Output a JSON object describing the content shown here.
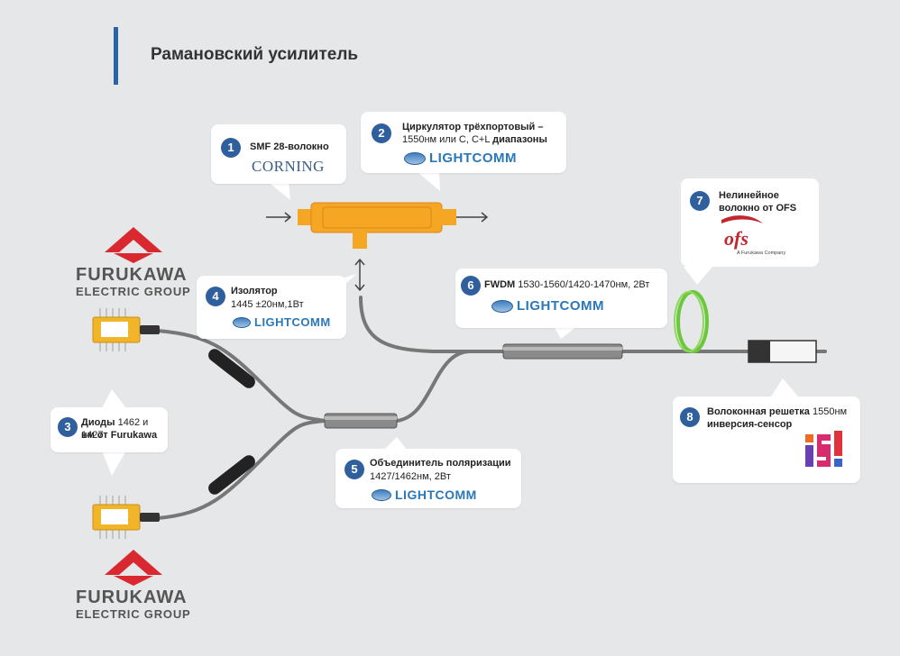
{
  "title": "Рамановский усилитель",
  "colors": {
    "accent": "#2b63a7",
    "number_badge": "#2f5f9d",
    "fiber": "#7a7a7a",
    "circulator": "#f5a623",
    "laser": "#f2b52a",
    "loop": "#6bc83a",
    "furukawa": "#d9282f"
  },
  "callouts": [
    {
      "num": "1",
      "text": "SMF 28-волокно",
      "brand": "CORNING"
    },
    {
      "num": "2",
      "line1": "Циркулятор трёхпортовый –",
      "line2_plain": "1550нм или C, C+L ",
      "line2_bold": "диапазоны",
      "brand": "LIGHTCOMM"
    },
    {
      "num": "3",
      "line1_bold": "Диоды ",
      "line1_plain": "1462 и 1427",
      "line2": "нм от Furukawa"
    },
    {
      "num": "4",
      "line1": "Изолятор",
      "line2": "1445 ±20нм,1Вт",
      "brand": "LIGHTCOMM"
    },
    {
      "num": "5",
      "line1": "Объединитель поляризации",
      "line2": "1427/1462нм, 2Вт",
      "brand": "LIGHTCOMM"
    },
    {
      "num": "6",
      "line1_bold": "FWDM ",
      "line1_plain": "1530-1560/1420-1470нм, 2Вт",
      "brand": "LIGHTCOMM"
    },
    {
      "num": "7",
      "line1": "Нелинейное",
      "line2": "волокно от OFS",
      "brand": "ofs",
      "brand_sub": "A Furukawa Company"
    },
    {
      "num": "8",
      "line1_bold": "Волоконная решетка ",
      "line1_plain": "1550нм",
      "line2": "инверсия-сенсор"
    }
  ],
  "furukawa": {
    "name": "FURUKAWA",
    "sub": "ELECTRIC GROUP"
  }
}
